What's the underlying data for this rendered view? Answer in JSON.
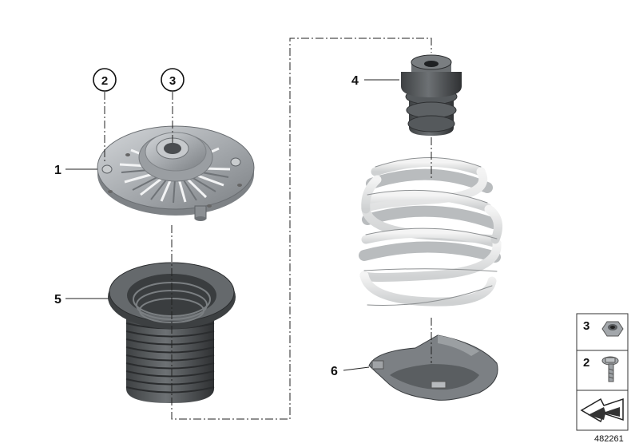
{
  "labels": {
    "p1": "1",
    "p2": "2",
    "p3": "3",
    "p4": "4",
    "p5": "5",
    "p6": "6"
  },
  "legend": {
    "items": [
      {
        "num": "3",
        "icon": "hex-nut-icon"
      },
      {
        "num": "2",
        "icon": "collar-bolt-icon"
      },
      {
        "num": "",
        "icon": "direction-arrow-icon"
      }
    ]
  },
  "figure_number": "482261",
  "colors": {
    "metal": "#a9adb1",
    "rubber": "#55585b",
    "spring": "#e6e6e6",
    "line": "#222222"
  }
}
